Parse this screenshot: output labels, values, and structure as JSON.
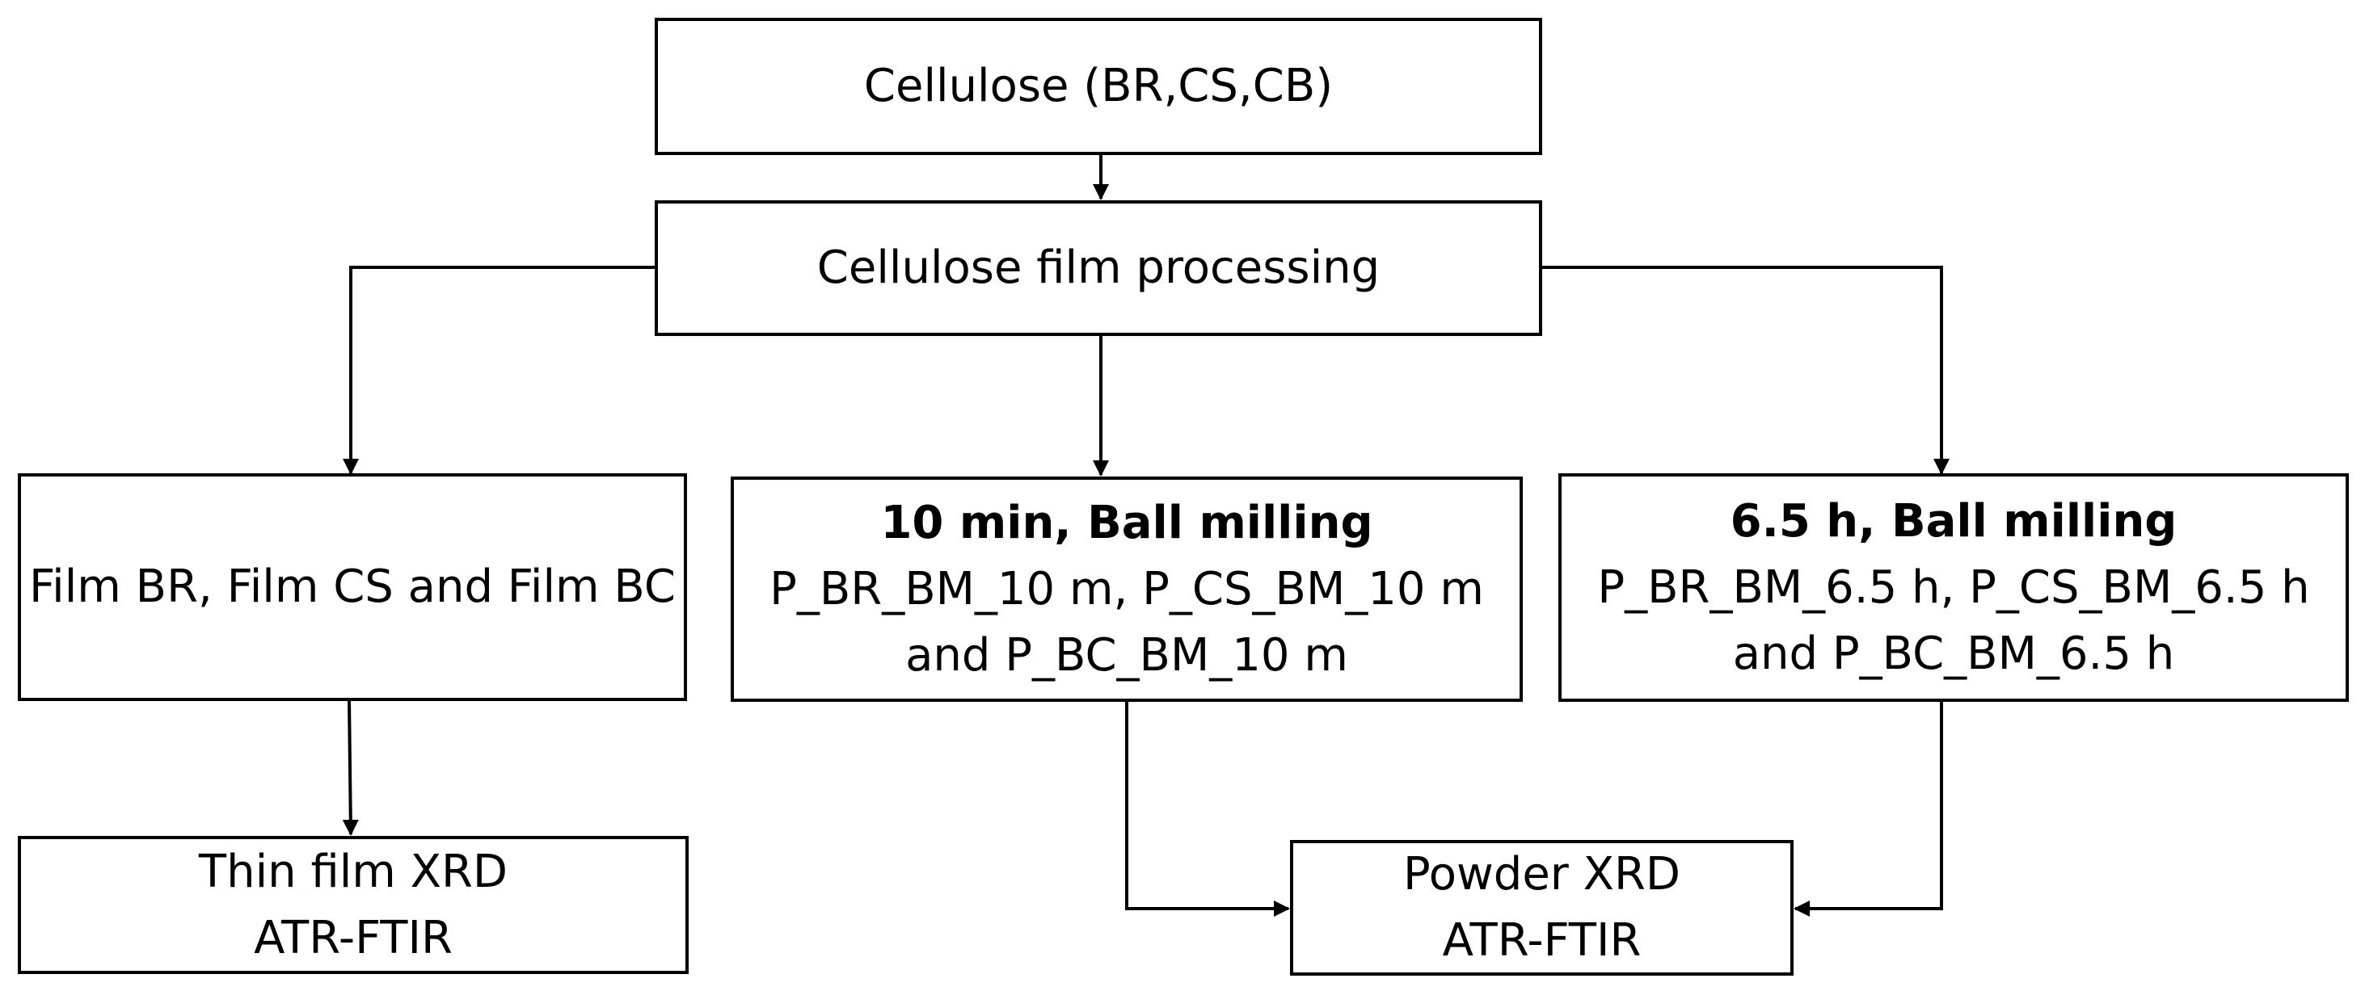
{
  "diagram": {
    "nodes": {
      "cellulose": {
        "lines": [
          "Cellulose (BR,CS,CB)"
        ]
      },
      "film_processing": {
        "lines": [
          "Cellulose film processing"
        ]
      },
      "films": {
        "lines": [
          "Film BR, Film CS and Film BC"
        ]
      },
      "ball_10min": {
        "heading": "10 min, Ball milling",
        "lines": [
          "P_BR_BM_10 m, P_CS_BM_10 m",
          "and P_BC_BM_10 m"
        ]
      },
      "ball_6h": {
        "heading": "6.5 h, Ball milling",
        "lines": [
          "P_BR_BM_6.5 h, P_CS_BM_6.5 h",
          "and P_BC_BM_6.5 h"
        ]
      },
      "thin_film": {
        "lines": [
          "Thin film XRD",
          "ATR-FTIR"
        ]
      },
      "powder": {
        "lines": [
          "Powder XRD",
          "ATR-FTIR"
        ]
      }
    },
    "edges": [
      {
        "from": "cellulose",
        "to": "film_processing"
      },
      {
        "from": "film_processing",
        "to": "films"
      },
      {
        "from": "film_processing",
        "to": "ball_10min"
      },
      {
        "from": "film_processing",
        "to": "ball_6h"
      },
      {
        "from": "films",
        "to": "thin_film"
      },
      {
        "from": "ball_10min",
        "to": "powder"
      },
      {
        "from": "ball_6h",
        "to": "powder"
      }
    ],
    "colors": {
      "stroke": "#000000",
      "background": "#ffffff"
    }
  }
}
